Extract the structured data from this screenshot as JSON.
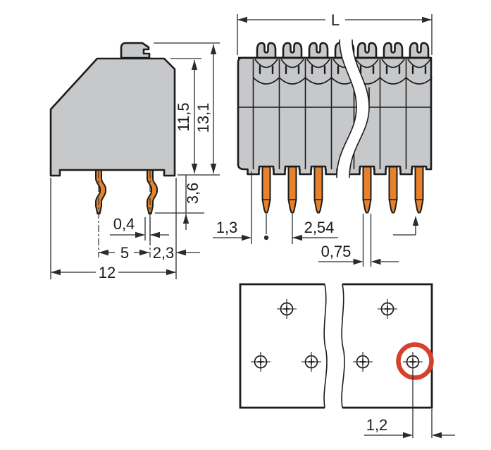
{
  "drawing": {
    "title": "terminal-block-dimension-drawing",
    "views": [
      {
        "id": "side-view",
        "description": "side profile of terminal block with solder pins"
      },
      {
        "id": "front-view",
        "description": "front of multi-pole terminal strip with break lines"
      },
      {
        "id": "drilling-plan",
        "description": "PCB hole pattern with highlighted hole"
      }
    ]
  },
  "dims": {
    "h_body": "11,5",
    "h_total": "13,1",
    "pin_len": "3,6",
    "pin_thick": "0,4",
    "row_space": "5",
    "edge_dist": "2,3",
    "depth": "12",
    "length": "L",
    "first_pin": "1,3",
    "pitch": "2,54",
    "pin_w": "0,75",
    "hole_edge": "1,2"
  },
  "colors": {
    "housing": "#c7c8ca",
    "outline": "#1c1c1c",
    "pin-orange": "#e8812b",
    "dim-line": "#2b2b2b",
    "highlight-red": "#d6402c",
    "background": "#ffffff"
  }
}
